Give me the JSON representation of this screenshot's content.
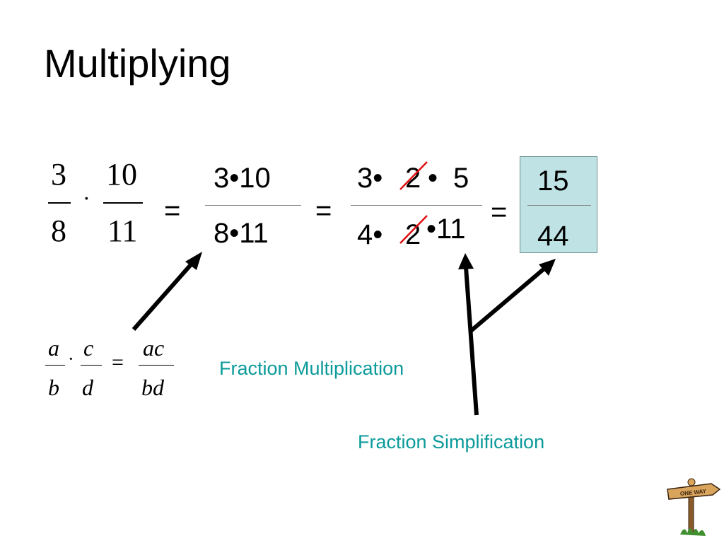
{
  "title": "Multiplying",
  "expr1": {
    "n1": "3",
    "d1": "8",
    "dot": "·",
    "n2": "10",
    "d2": "11"
  },
  "eq": "=",
  "step1": {
    "num": "3•10",
    "den": "8•11"
  },
  "step2": {
    "num_a": "3•",
    "num_b": "2",
    "num_c": "•",
    "num_d": "5",
    "den_a": "4•",
    "den_b": "2",
    "den_c": "•11"
  },
  "answer": {
    "num": "15",
    "den": "44"
  },
  "rule": {
    "a": "a",
    "b": "b",
    "c": "c",
    "d": "d",
    "dot": "·",
    "eq": "=",
    "ac": "ac",
    "bd": "bd"
  },
  "labels": {
    "multiplication": "Fraction Multiplication",
    "simplification": "Fraction Simplification"
  },
  "sign_text": "ONE WAY",
  "colors": {
    "label": "#0b9a9a",
    "answer_bg": "#bfe2e5",
    "strike": "#e01010"
  }
}
